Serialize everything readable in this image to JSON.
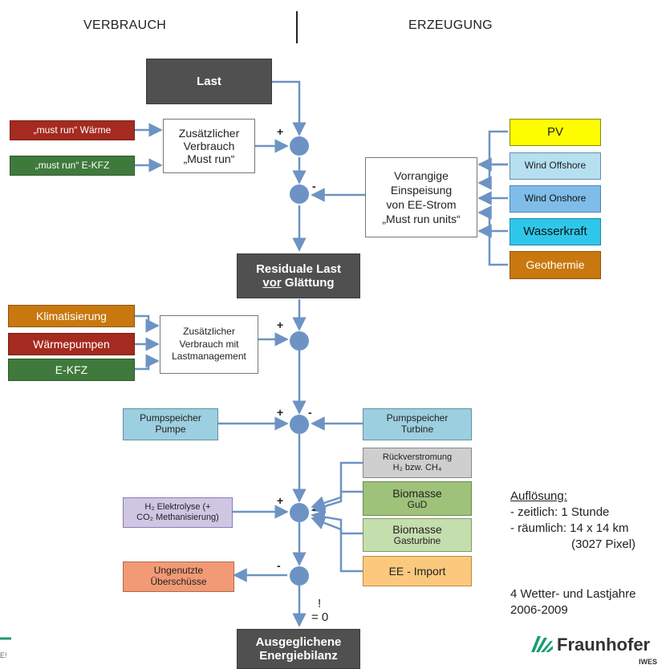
{
  "header": {
    "left": "VERBRAUCH",
    "right": "ERZEUGUNG"
  },
  "boxes": {
    "last": "Last",
    "mustrun_waerme": "„must run“ Wärme",
    "mustrun_ekfz": "„must run“ E-KFZ",
    "zus_verbrauch_1": "Zusätzlicher",
    "zus_verbrauch_2": "Verbrauch",
    "zus_verbrauch_3": "„Must run“",
    "pv": "PV",
    "wind_offshore": "Wind Offshore",
    "wind_onshore": "Wind Onshore",
    "wasserkraft": "Wasserkraft",
    "geothermie": "Geothermie",
    "vorrang_1": "Vorrangige",
    "vorrang_2": "Einspeisung",
    "vorrang_3": "von EE-Strom",
    "vorrang_4": "„Must run units“",
    "residual_1": "Residuale Last",
    "residual_2a": "vor",
    "residual_2b": " Glättung",
    "klimatisierung": "Klimatisierung",
    "waermepumpen": "Wärmepumpen",
    "ekfz": "E-KFZ",
    "lastmgmt_1": "Zusätzlicher",
    "lastmgmt_2": "Verbrauch mit",
    "lastmgmt_3": "Lastmanagement",
    "pump_pumpe_1": "Pumpspeicher",
    "pump_pumpe_2": "Pumpe",
    "pump_turbine_1": "Pumpspeicher",
    "pump_turbine_2": "Turbine",
    "rueck_1": "Rückverstromung",
    "rueck_2": "H₂ bzw. CH₄",
    "bio_gud_1": "Biomasse",
    "bio_gud_2": "GuD",
    "bio_gt_1": "Biomasse",
    "bio_gt_2": "Gasturbine",
    "ee_import": "EE - Import",
    "h2_1": "H₂ Elektrolyse (+",
    "h2_2": "CO₂ Methanisierung)",
    "ungenutzt_1": "Ungenutzte",
    "ungenutzt_2": "Überschüsse",
    "ausgeglichen_1": "Ausgeglichene",
    "ausgeglichen_2": "Energiebilanz"
  },
  "signs": {
    "plus": "+",
    "minus": "-",
    "excl": "!",
    "eq_zero": "= 0"
  },
  "notes": {
    "aufloesung_title": "Auflösung:",
    "zeitlich": "- zeitlich: 1 Stunde",
    "raeumlich": "- räumlich: 14 x 14 km",
    "pixel": "(3027 Pixel)",
    "wetter_1": "4 Wetter- und Lastjahre",
    "wetter_2": "2006-2009"
  },
  "logo": {
    "name": "Fraunhofer",
    "sub": "IWES"
  },
  "footer_fragment": "E!"
}
